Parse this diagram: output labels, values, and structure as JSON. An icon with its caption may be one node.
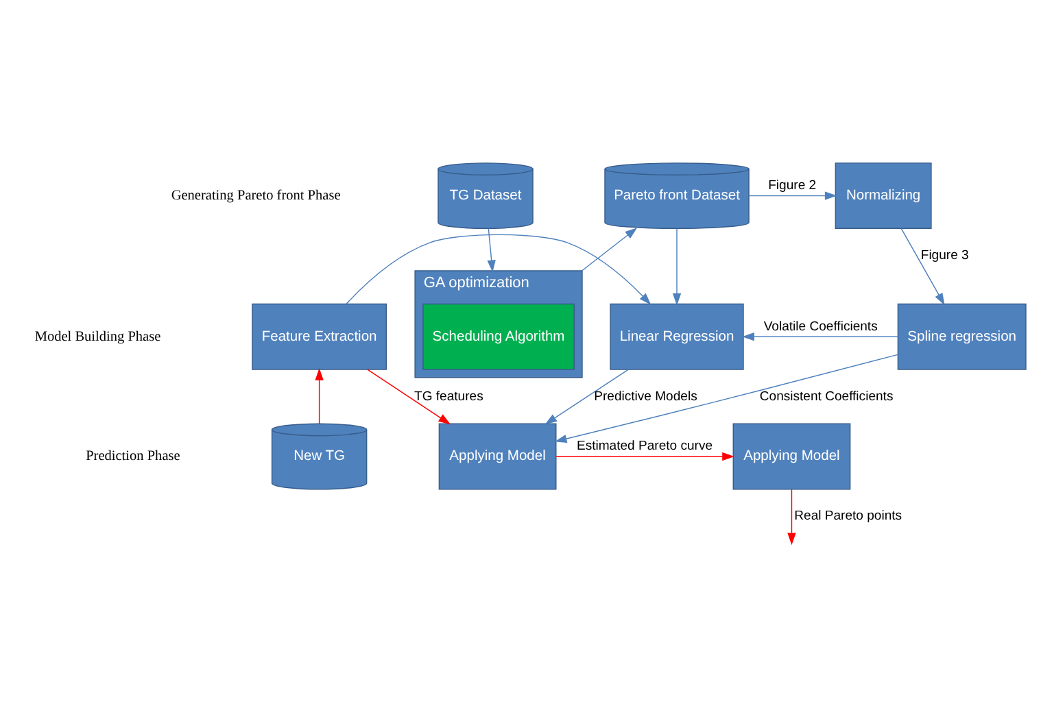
{
  "diagram": {
    "nodes": [
      {
        "text": [
          "TG Dataset"
        ]
      },
      {
        "text": [
          "GA optimization"
        ]
      },
      {
        "text": [
          "Scheduling Algorithm"
        ],
        "in": 1
      },
      {
        "text": [
          "Pareto front Dataset"
        ]
      },
      {
        "text": [
          "Normalizing"
        ]
      },
      {
        "text": [
          "Feature Extraction"
        ]
      },
      {
        "text": [
          "Linear Regression"
        ]
      },
      {
        "text": [
          "Spline regression"
        ]
      },
      {
        "text": [
          "New TG"
        ]
      },
      {
        "text": [
          "Applying Model"
        ]
      },
      {
        "text": [
          "Applying Model"
        ]
      }
    ],
    "edges": [
      {
        "from": 0,
        "to": 1,
        "arrow": "to"
      },
      {
        "from": 1,
        "to": 3,
        "arrow": "to"
      },
      {
        "from": 3,
        "to": 4,
        "arrow": "to",
        "label": "Figure 2"
      },
      {
        "from": 4,
        "to": 7,
        "arrow": "to",
        "label": "Figure 3"
      },
      {
        "from": 3,
        "to": 6,
        "arrow": "to"
      },
      {
        "from": 7,
        "to": 6,
        "arrow": "to",
        "label": "Volatile Coefficients"
      },
      {
        "from": 5,
        "to": 6,
        "arrow": "to"
      },
      {
        "from": 8,
        "to": 5,
        "arrow": "to",
        "color": "#ff0000"
      },
      {
        "from": 5,
        "to": 9,
        "arrow": "to",
        "color": "#ff0000",
        "label": "TG features"
      },
      {
        "from": 6,
        "to": 9,
        "arrow": "to",
        "label": "Predictive Models"
      },
      {
        "from": 7,
        "to": 9,
        "arrow": "to",
        "label": "Consistent Coefficients"
      },
      {
        "from": 9,
        "to": 10,
        "arrow": "to",
        "color": "#ff0000",
        "label": "Estimated Pareto curve"
      },
      {
        "from": 10,
        "to": null,
        "arrow": "to",
        "color": "#ff0000",
        "label": "Real Pareto points"
      }
    ],
    "labels": [
      "Generating Pareto front Phase",
      "Model Building Phase",
      "Prediction Phase"
    ]
  }
}
